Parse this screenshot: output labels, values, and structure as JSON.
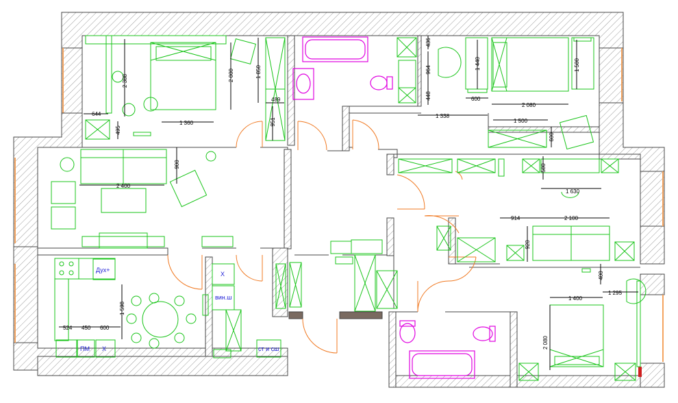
{
  "colors": {
    "wall": "#444444",
    "hatch": "#9a9a9a",
    "furniture": "#18c418",
    "plumbing": "#e000e0",
    "door": "#f07820",
    "window": "#f4a460",
    "dimension": "#000000",
    "label": "#1f1fd6",
    "column": "#7a6a60",
    "marker": "#d02020"
  },
  "labels": {
    "oven": "Дух+",
    "cabinet_x1": "X",
    "wine": "вин.ш",
    "dishwasher": "ПМ",
    "cabinet_x2": "X",
    "washer_dryer": "ст и сш"
  },
  "dimensions": {
    "bedroom_bed_length": "2 000",
    "bedroom_wardrobe": "1 850",
    "bedroom_chair_offset": "2 388",
    "bedroom_left_width": "644",
    "bedroom_left_depth": "495",
    "bedroom_bed_width": "1 360",
    "bedroom_door_gap": "489",
    "bedroom_door_side": "951",
    "living_sofa_width": "2 400",
    "living_sofa_depth": "900",
    "kitchen_depth": "1 598",
    "kitchen_a": "524",
    "kitchen_b": "450",
    "kitchen_c": "600",
    "bath_top_a": "436",
    "bath_top_b": "964",
    "bath_top_c": "448",
    "top_bed_length": "1 440",
    "top_bed_side": "1 500",
    "top_nightstand": "600",
    "top_bed_width": "2 080",
    "top_room_gap": "1 338",
    "top_desk_width": "1 500",
    "top_desk_depth": "600",
    "right_top_depth": "580",
    "right_top_width": "1 630",
    "right_sofa_gap": "914",
    "right_sofa_width": "2 100",
    "right_sofa_depth": "920",
    "right_bottom_depth": "400",
    "bottom_bed_width": "1 400",
    "bottom_chair": "1 295",
    "bottom_bed_length": "2 080"
  }
}
